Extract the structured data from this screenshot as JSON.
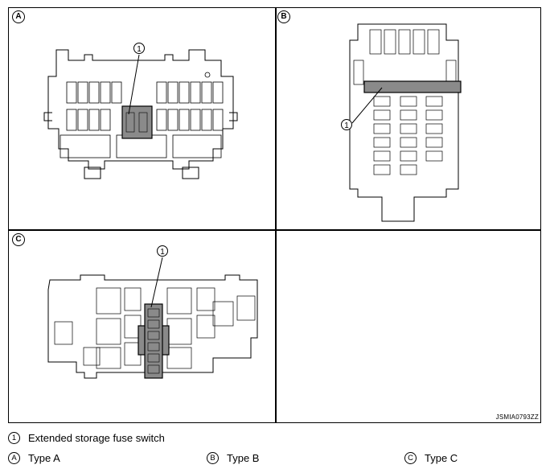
{
  "panels": {
    "a": {
      "letter": "A",
      "callout": "1"
    },
    "b": {
      "letter": "B",
      "callout": "1"
    },
    "c": {
      "letter": "C",
      "callout": "1"
    }
  },
  "figure_code": "JSMIA0793ZZ",
  "legend": {
    "item1": {
      "marker": "1",
      "text": "Extended storage fuse switch"
    },
    "typeA": {
      "marker": "A",
      "text": "Type A"
    },
    "typeB": {
      "marker": "B",
      "text": "Type B"
    },
    "typeC": {
      "marker": "C",
      "text": "Type C"
    }
  }
}
